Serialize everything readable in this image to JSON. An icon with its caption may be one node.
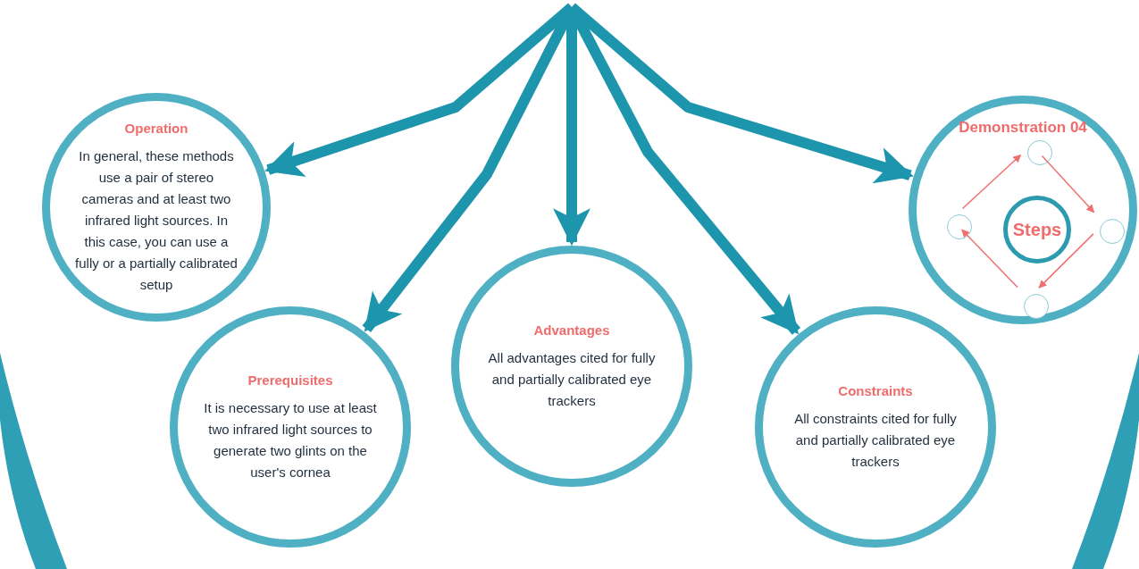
{
  "diagram": {
    "nodes": [
      {
        "text": [
          "Operation",
          "In general, these methods use a pair of stereo cameras and at least two infrared light sources. In this case, you can use a fully or a partially calibrated setup"
        ]
      },
      {
        "text": [
          "Prerequisites",
          "It is necessary to use at least two infrared light sources to generate two glints on the user's cornea"
        ]
      },
      {
        "text": [
          "Advantages",
          "All advantages cited for fully and partially calibrated eye trackers"
        ]
      },
      {
        "text": [
          "Constraints",
          "All constraints cited for fully and partially calibrated eye trackers"
        ]
      },
      {
        "text": [
          "Demonstration 04"
        ]
      },
      {
        "text": [
          "Steps"
        ],
        "in": 4
      },
      {
        "text": [],
        "shape": "circle",
        "in": 4
      },
      {
        "text": [],
        "shape": "circle",
        "in": 4
      },
      {
        "text": [],
        "shape": "circle",
        "in": 4
      },
      {
        "text": [],
        "shape": "circle",
        "in": 4
      }
    ],
    "edges": [
      {
        "from": null,
        "to": 0,
        "arrow": "to"
      },
      {
        "from": null,
        "to": 1,
        "arrow": "to"
      },
      {
        "from": null,
        "to": 2,
        "arrow": "to"
      },
      {
        "from": null,
        "to": 3,
        "arrow": "to"
      },
      {
        "from": null,
        "to": 4,
        "arrow": "to"
      },
      {
        "from": 6,
        "to": 7,
        "arrow": "to",
        "color": "#f07070"
      },
      {
        "from": 7,
        "to": 8,
        "arrow": "to",
        "color": "#f07070"
      },
      {
        "from": 8,
        "to": 9,
        "arrow": "to",
        "color": "#f07070"
      },
      {
        "from": 9,
        "to": 6,
        "arrow": "to",
        "color": "#f07070"
      }
    ]
  }
}
